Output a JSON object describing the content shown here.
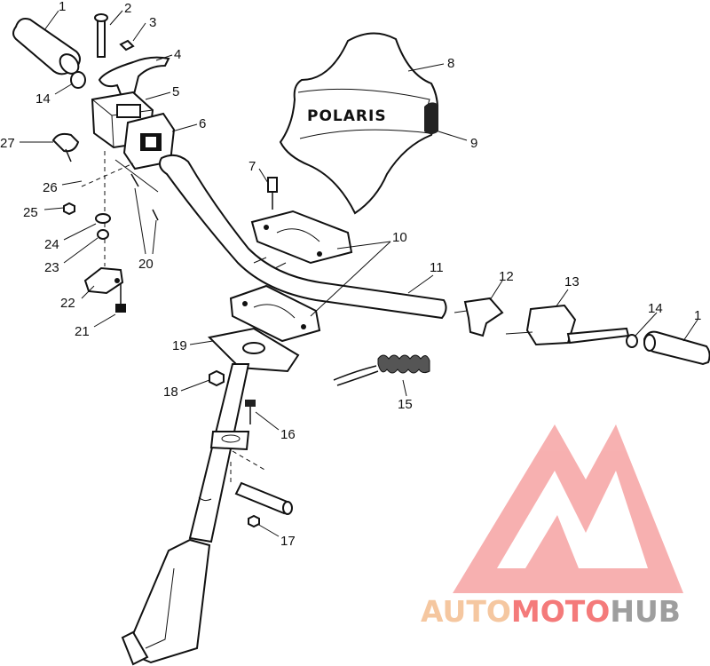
{
  "diagram": {
    "brand_text": "POLARIS",
    "callouts": [
      {
        "id": "c1a",
        "text": "1"
      },
      {
        "id": "c2",
        "text": "2"
      },
      {
        "id": "c3",
        "text": "3"
      },
      {
        "id": "c4",
        "text": "4"
      },
      {
        "id": "c14a",
        "text": "14"
      },
      {
        "id": "c5",
        "text": "5"
      },
      {
        "id": "c6",
        "text": "6"
      },
      {
        "id": "c27",
        "text": "27"
      },
      {
        "id": "c26",
        "text": "26"
      },
      {
        "id": "c25",
        "text": "25"
      },
      {
        "id": "c24",
        "text": "24"
      },
      {
        "id": "c23",
        "text": "23"
      },
      {
        "id": "c20",
        "text": "20"
      },
      {
        "id": "c22",
        "text": "22"
      },
      {
        "id": "c21",
        "text": "21"
      },
      {
        "id": "c7",
        "text": "7"
      },
      {
        "id": "c8",
        "text": "8"
      },
      {
        "id": "c9",
        "text": "9"
      },
      {
        "id": "c10",
        "text": "10"
      },
      {
        "id": "c11",
        "text": "11"
      },
      {
        "id": "c12",
        "text": "12"
      },
      {
        "id": "c13",
        "text": "13"
      },
      {
        "id": "c14b",
        "text": "14"
      },
      {
        "id": "c1b",
        "text": "1"
      },
      {
        "id": "c19",
        "text": "19"
      },
      {
        "id": "c18",
        "text": "18"
      },
      {
        "id": "c15",
        "text": "15"
      },
      {
        "id": "c16",
        "text": "16"
      },
      {
        "id": "c17",
        "text": "17"
      }
    ]
  },
  "watermark": {
    "part1": "AUTO",
    "part2": "MOTO",
    "part3": "HUB",
    "colors": {
      "auto": "#f5c7a0",
      "moto": "#f47a7a",
      "hub": "#9e9e9e",
      "logo": "#f6a3a3"
    }
  }
}
